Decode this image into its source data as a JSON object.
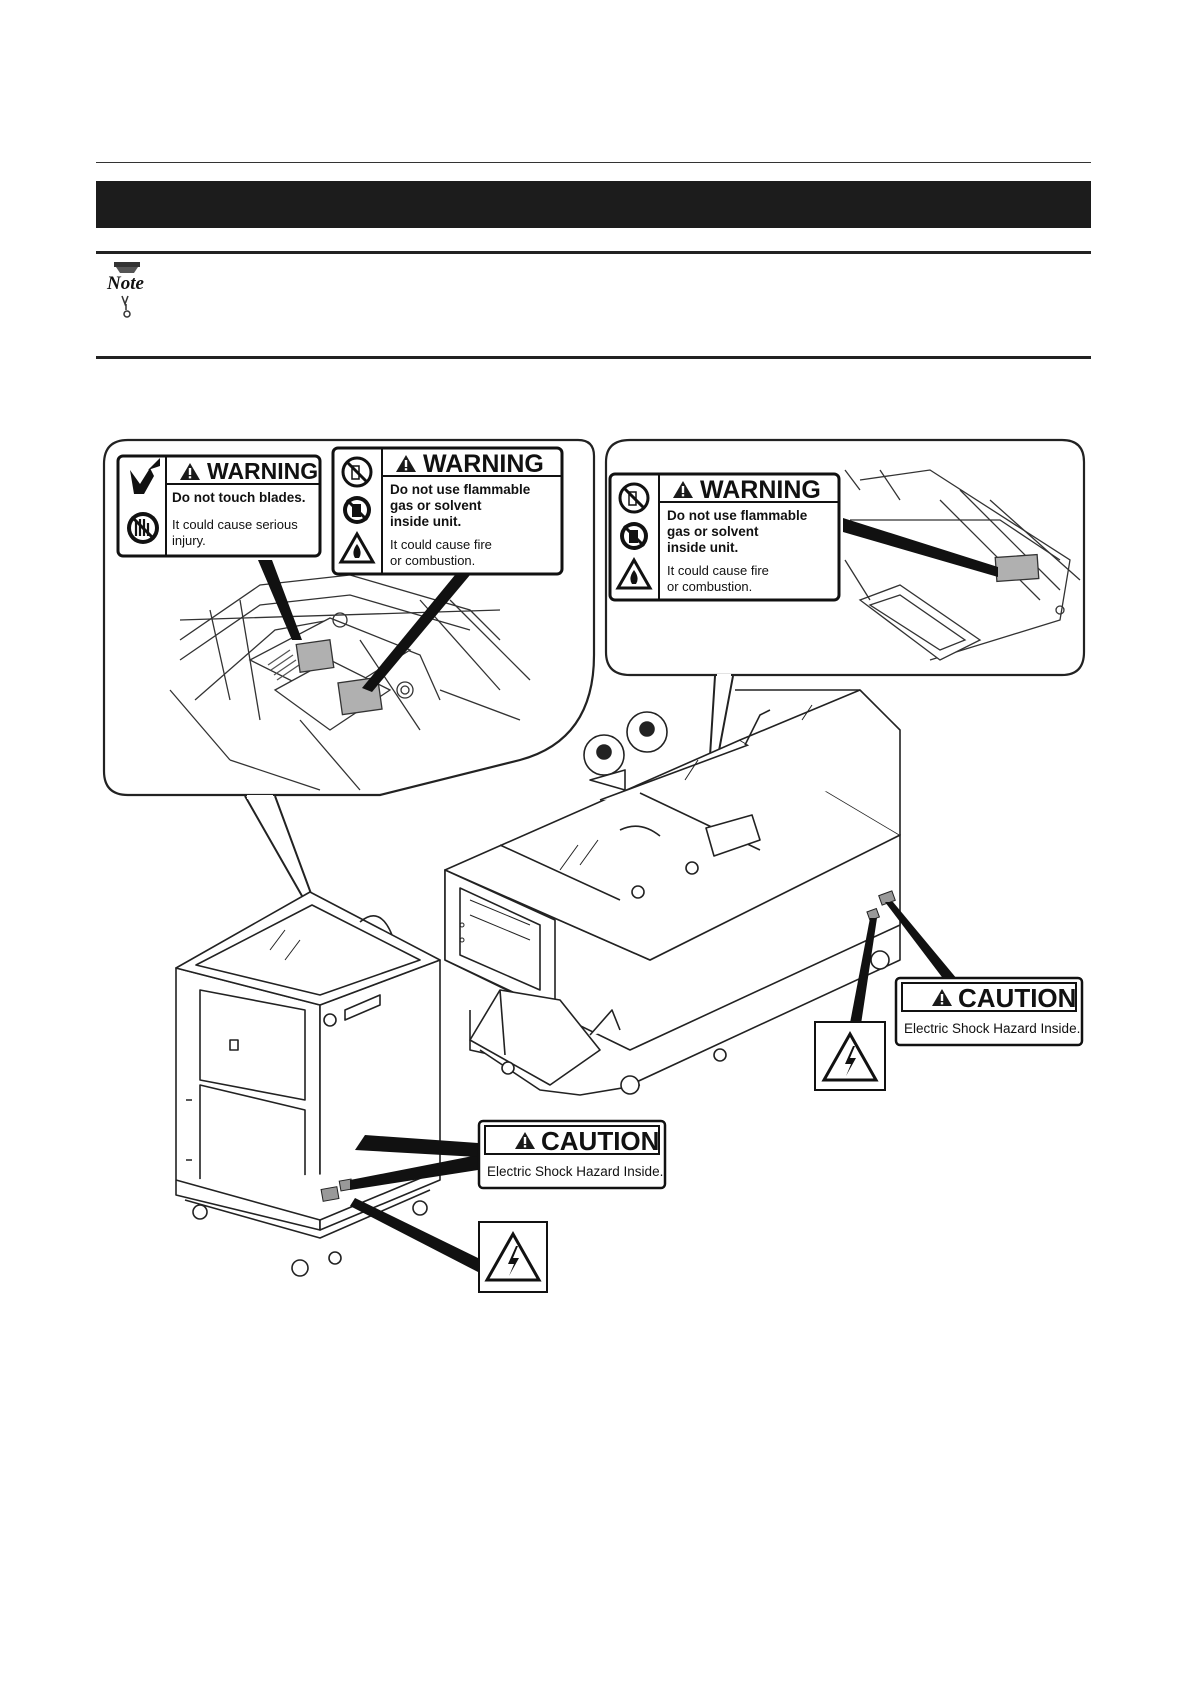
{
  "note_icon_text": "Note",
  "labels": {
    "warning_blades": {
      "header": "WARNING",
      "line1": "Do not touch blades.",
      "line2": "It could cause serious",
      "line3": "injury."
    },
    "warning_flammable_left": {
      "header": "WARNING",
      "line1": "Do not use flammable",
      "line2": "gas or solvent",
      "line3": "inside unit.",
      "line4": "It could cause fire",
      "line5": "or combustion."
    },
    "warning_flammable_right": {
      "header": "WARNING",
      "line1": "Do not use flammable",
      "line2": "gas or solvent",
      "line3": "inside unit.",
      "line4": "It could cause fire",
      "line5": "or combustion."
    },
    "caution_right": {
      "header": "CAUTION",
      "line1": "Electric Shock Hazard Inside."
    },
    "caution_left": {
      "header": "CAUTION",
      "line1": "Electric Shock Hazard Inside."
    }
  },
  "icons": [
    "note-icon",
    "cut-hand-icon",
    "no-hand-icon",
    "no-spray-icon",
    "no-refill-icon",
    "fire-icon",
    "warning-triangle-icon",
    "electric-shock-icon"
  ]
}
